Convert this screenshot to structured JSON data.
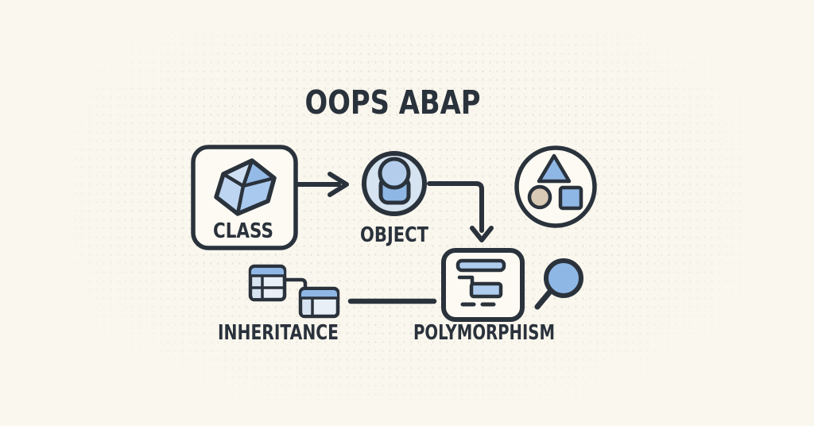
{
  "title": "OOPS ABAP",
  "nodes": {
    "class": {
      "label": "CLASS",
      "icon": "cube-icon"
    },
    "object": {
      "label": "OBJECT",
      "icon": "cylinder-icon"
    },
    "inheritance": {
      "label": "INHERITANCE",
      "icon": "linked-tables-icon"
    },
    "polymorphism": {
      "label": "POLYMORPHISM",
      "icon": "form-layout-icon"
    }
  },
  "decorations": [
    "shapes-circle-icon",
    "magnifier-icon"
  ],
  "connections": [
    {
      "from": "class",
      "to": "object",
      "style": "arrow"
    },
    {
      "from": "object",
      "to": "polymorphism",
      "style": "elbow-arrow"
    },
    {
      "from": "inheritance",
      "to": "polymorphism",
      "style": "line"
    }
  ],
  "colors": {
    "paper": "#faf7ee",
    "node_fill": "#fcfaf2",
    "ink": "#2a323c",
    "blue": "#8fb7e5",
    "blue_light": "#aecdee",
    "blue_pale": "#d6e3f0",
    "tan": "#d8cab4",
    "cell": "#e9eff6",
    "cell_blue": "#d6e3f0",
    "cube_pale": "#cfe0f3",
    "cube_mid": "#94bbe7",
    "cube_soft": "#a9c9ee",
    "cube_low": "#bdd5f1"
  }
}
